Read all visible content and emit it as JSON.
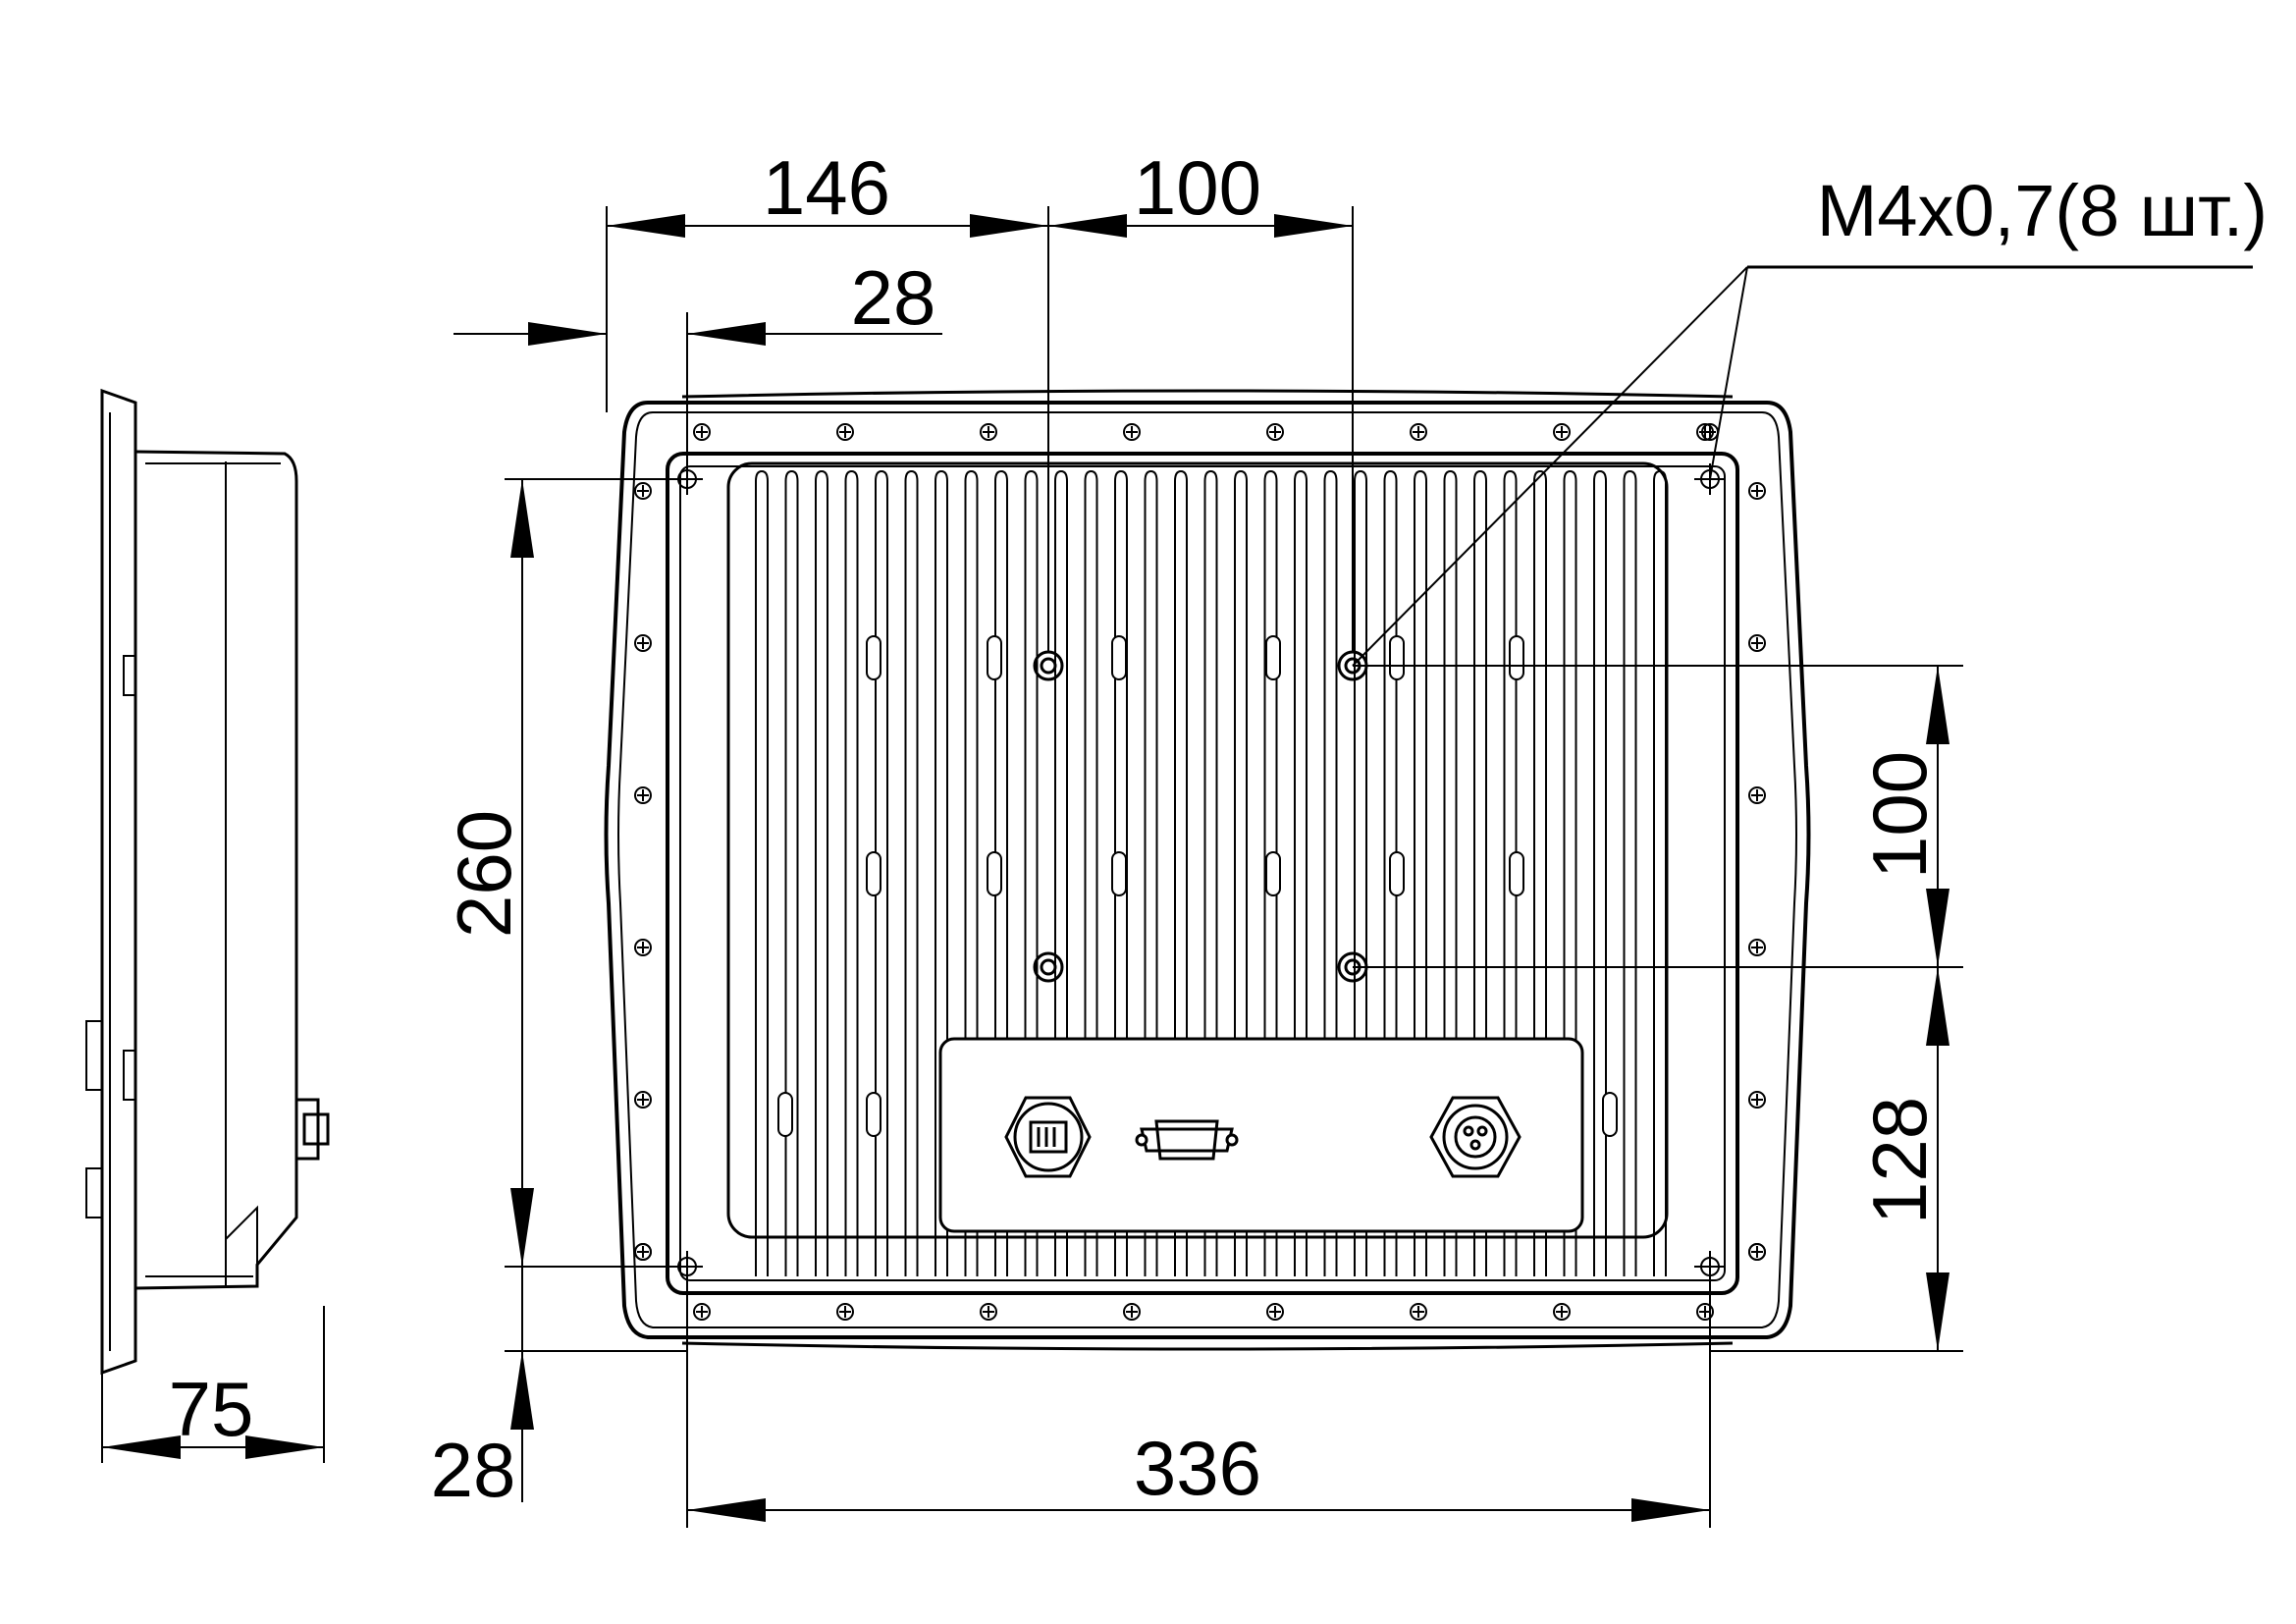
{
  "dimensions": {
    "top_width_146": "146",
    "top_spacing_100": "100",
    "top_offset_28": "28",
    "height_260": "260",
    "right_spacing_100": "100",
    "right_offset_128": "128",
    "bottom_width_336": "336",
    "bottom_offset_28": "28",
    "side_depth_75": "75"
  },
  "thread_callout": "M4x0,7(8 шт.)"
}
